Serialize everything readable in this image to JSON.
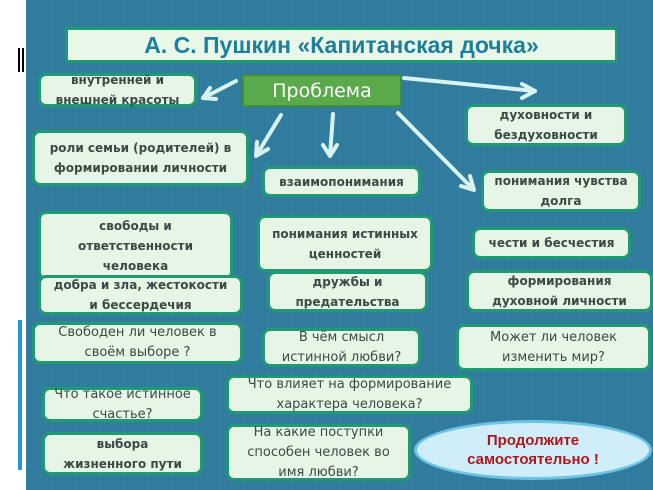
{
  "title": "А. С. Пушкин  «Капитанская  дочка»",
  "center": "Проблема",
  "boxes": {
    "b1": "внутренней  и\nвнешней  красоты",
    "b2": "духовности  и\nбездуховности",
    "b3": "роли семьи (родителей) в\nформировании личности",
    "b4": "взаимопонимания",
    "b5": "понимания чувства\nдолга",
    "b6": "свободы   и\nответственности\nчеловека",
    "b7": "понимания истинных\nценностей",
    "b8": "чести и бесчестия",
    "b9": "добра  и  зла, жестокости\nи  бессердечия",
    "b10": "дружбы  и\nпредательства",
    "b11": "формирования\nдуховной личности",
    "b12": "Свободен ли человек в\nсвоём выборе ?",
    "b13": "В чём смысл\nистинной любви?",
    "b14": "Может ли человек\nизменить мир?",
    "b15": "Что влияет на формирование\nхарактера человека?",
    "b16": "Что такое истинное\nсчастье?",
    "b17": "выбора\nжизненного пути",
    "b18": "На какие поступки\nспособен человек во\nимя любви?"
  },
  "continue": "Продолжите\nсамостоятельно !",
  "colors": {
    "background": "#2f7b9d",
    "box": "#e6f5e6",
    "border": "#1f9a72",
    "center": "#5aaa4b",
    "continue_text": "#b0151a"
  }
}
